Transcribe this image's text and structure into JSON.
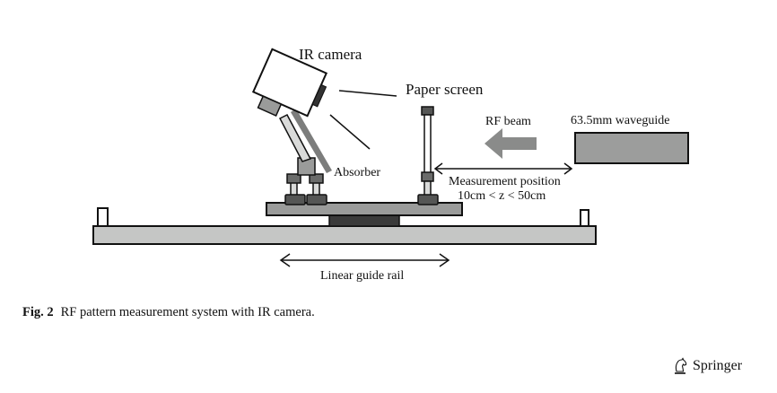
{
  "figure": {
    "labels": {
      "ir_camera": "IR camera",
      "paper_screen": "Paper screen",
      "rf_beam": "RF beam",
      "waveguide": "63.5mm waveguide",
      "absorber": "Absorber",
      "measurement_position": "Measurement position",
      "measurement_range": "10cm < z < 50cm",
      "linear_guide_rail": "Linear guide rail"
    },
    "colors": {
      "rail": "#c5c6c5",
      "platform": "#9a9b9a",
      "carriage": "#3a3a3a",
      "clamp": "#555655",
      "post": "#d9dad9",
      "waveguide": "#9c9d9c",
      "beam_arrow": "#8a8b8a",
      "absorber": "#7c7d7c",
      "outline": "#111111"
    }
  },
  "caption": {
    "number": "Fig. 2",
    "text": "RF pattern measurement system with IR camera."
  },
  "publisher": {
    "name": "Springer",
    "icon": "springer-horse-icon"
  }
}
